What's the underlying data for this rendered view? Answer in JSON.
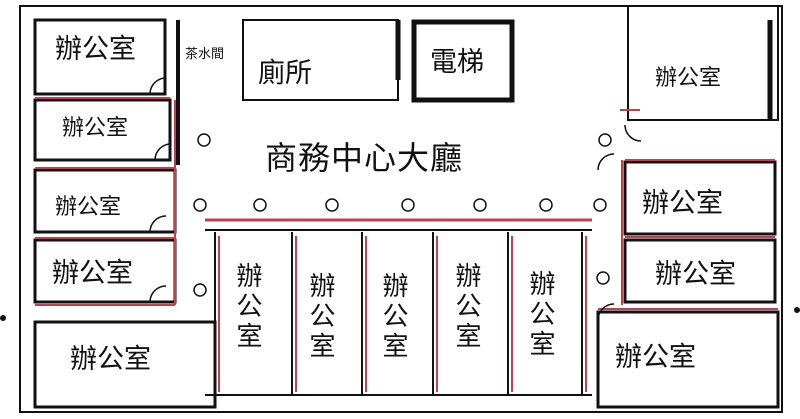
{
  "rooms": {
    "office_top_left": "辦公室",
    "office_left_2": "辦公室",
    "office_left_3": "辦公室",
    "office_left_4": "辦公室",
    "office_bottom_left": "辦公室",
    "pantry": "茶水間",
    "restroom": "廁所",
    "elevator": "電梯",
    "office_top_right": "辦公室",
    "lobby": "商務中心大廳",
    "office_right_2": "辦公室",
    "office_right_3": "辦公室",
    "office_bottom_right": "辦公室",
    "cubicle_1": "辦公室",
    "cubicle_2": "辦公室",
    "cubicle_3": "辦公室",
    "cubicle_4": "辦公室",
    "cubicle_5": "辦公室"
  },
  "colors": {
    "wall": "#111111",
    "wall_accent": "#c0404f"
  }
}
